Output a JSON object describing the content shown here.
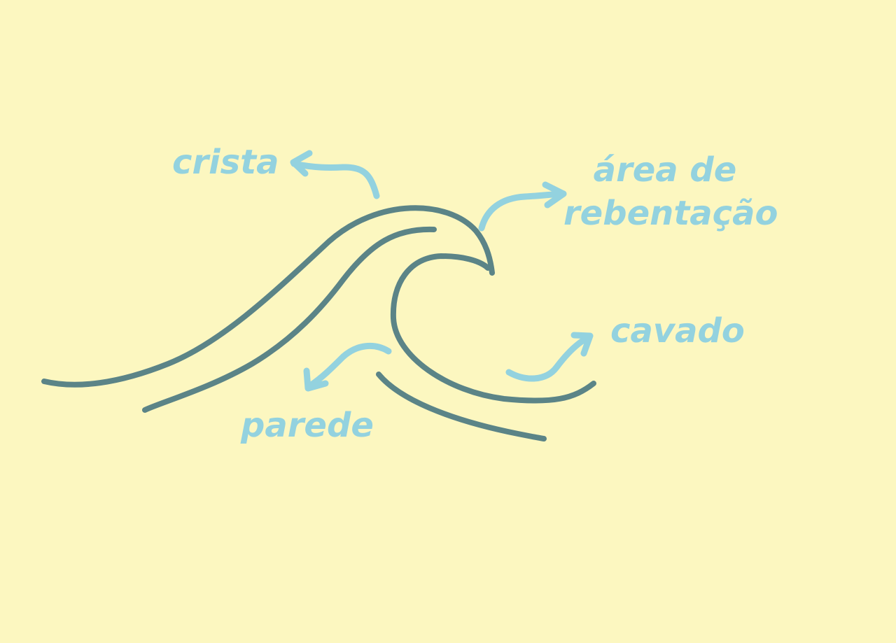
{
  "labels": {
    "crista": "crista",
    "area_line1": "área de",
    "area_line2": "rebentação",
    "cavado": "cavado",
    "parede": "parede"
  },
  "colors": {
    "background": "#fcf7c0",
    "wave_stroke": "#5b8487",
    "label_text": "#93d2df",
    "arrow_stroke": "#93d2df"
  },
  "icons": {
    "wave": "wave-illustration",
    "arrows": [
      "curved-arrow-icon"
    ]
  }
}
